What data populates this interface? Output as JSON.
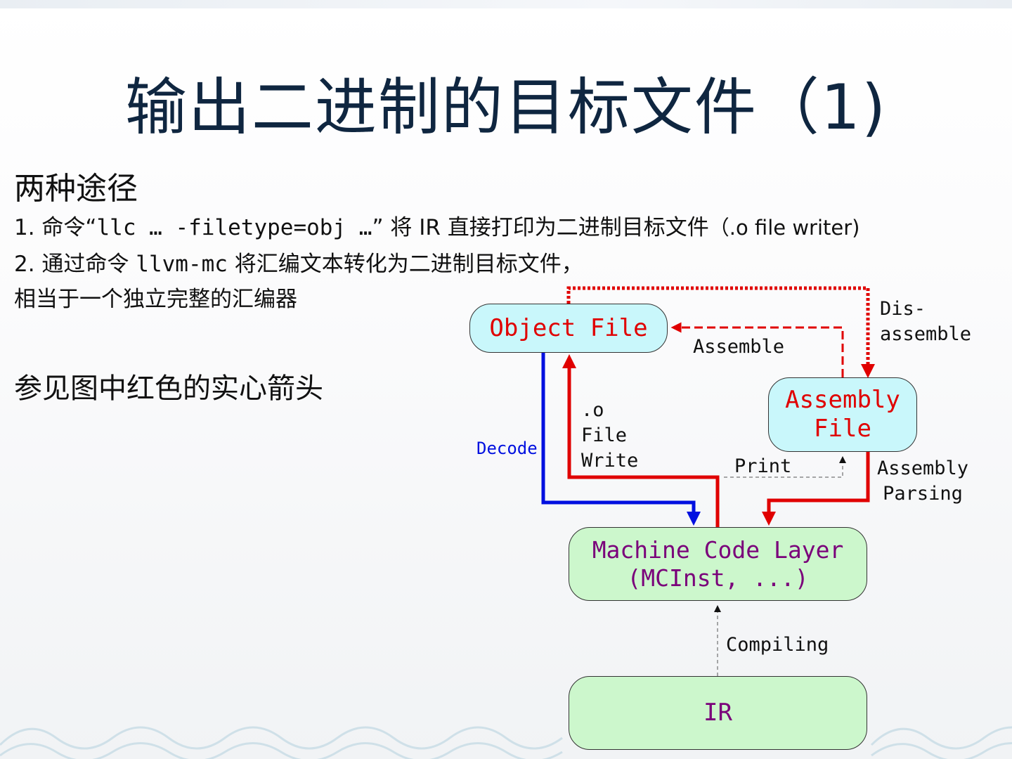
{
  "slide": {
    "title": "输出二进制的目标文件（1)",
    "subheading": "两种途径",
    "item1": {
      "prefix": "1.  命令“",
      "code": "llc … -filetype=obj …",
      "middle": "” 将 IR 直接打印为二进制目标文件",
      "suffix": "（.o file writer)"
    },
    "item2": {
      "prefix": "2.  通过命令 ",
      "code": "llvm-mc",
      "suffix": " 将汇编文本转化为二进制目标文件，"
    },
    "item2_cont": "相当于一个独立完整的汇编器",
    "reference": "参见图中红色的实心箭头"
  },
  "diagram": {
    "nodes": {
      "object_file": "Object File",
      "assembly_file_1": "Assembly",
      "assembly_file_2": "File",
      "machine_code_1": "Machine Code Layer",
      "machine_code_2": "(MCInst, ...)",
      "ir": "IR"
    },
    "edges": {
      "disassemble_1": "Dis-",
      "disassemble_2": "assemble",
      "assemble": "Assemble",
      "o_file_write_1": ".o",
      "o_file_write_2": "File",
      "o_file_write_3": "Write",
      "decode": "Decode",
      "print": "Print",
      "assembly_parsing_1": "Assembly",
      "assembly_parsing_2": "Parsing",
      "compiling": "Compiling"
    },
    "colors": {
      "red": "#e00000",
      "blue": "#0010e0",
      "purple": "#7a007a",
      "cyan_node": "#c9f7fb",
      "green_node": "#ccf7cc"
    }
  }
}
